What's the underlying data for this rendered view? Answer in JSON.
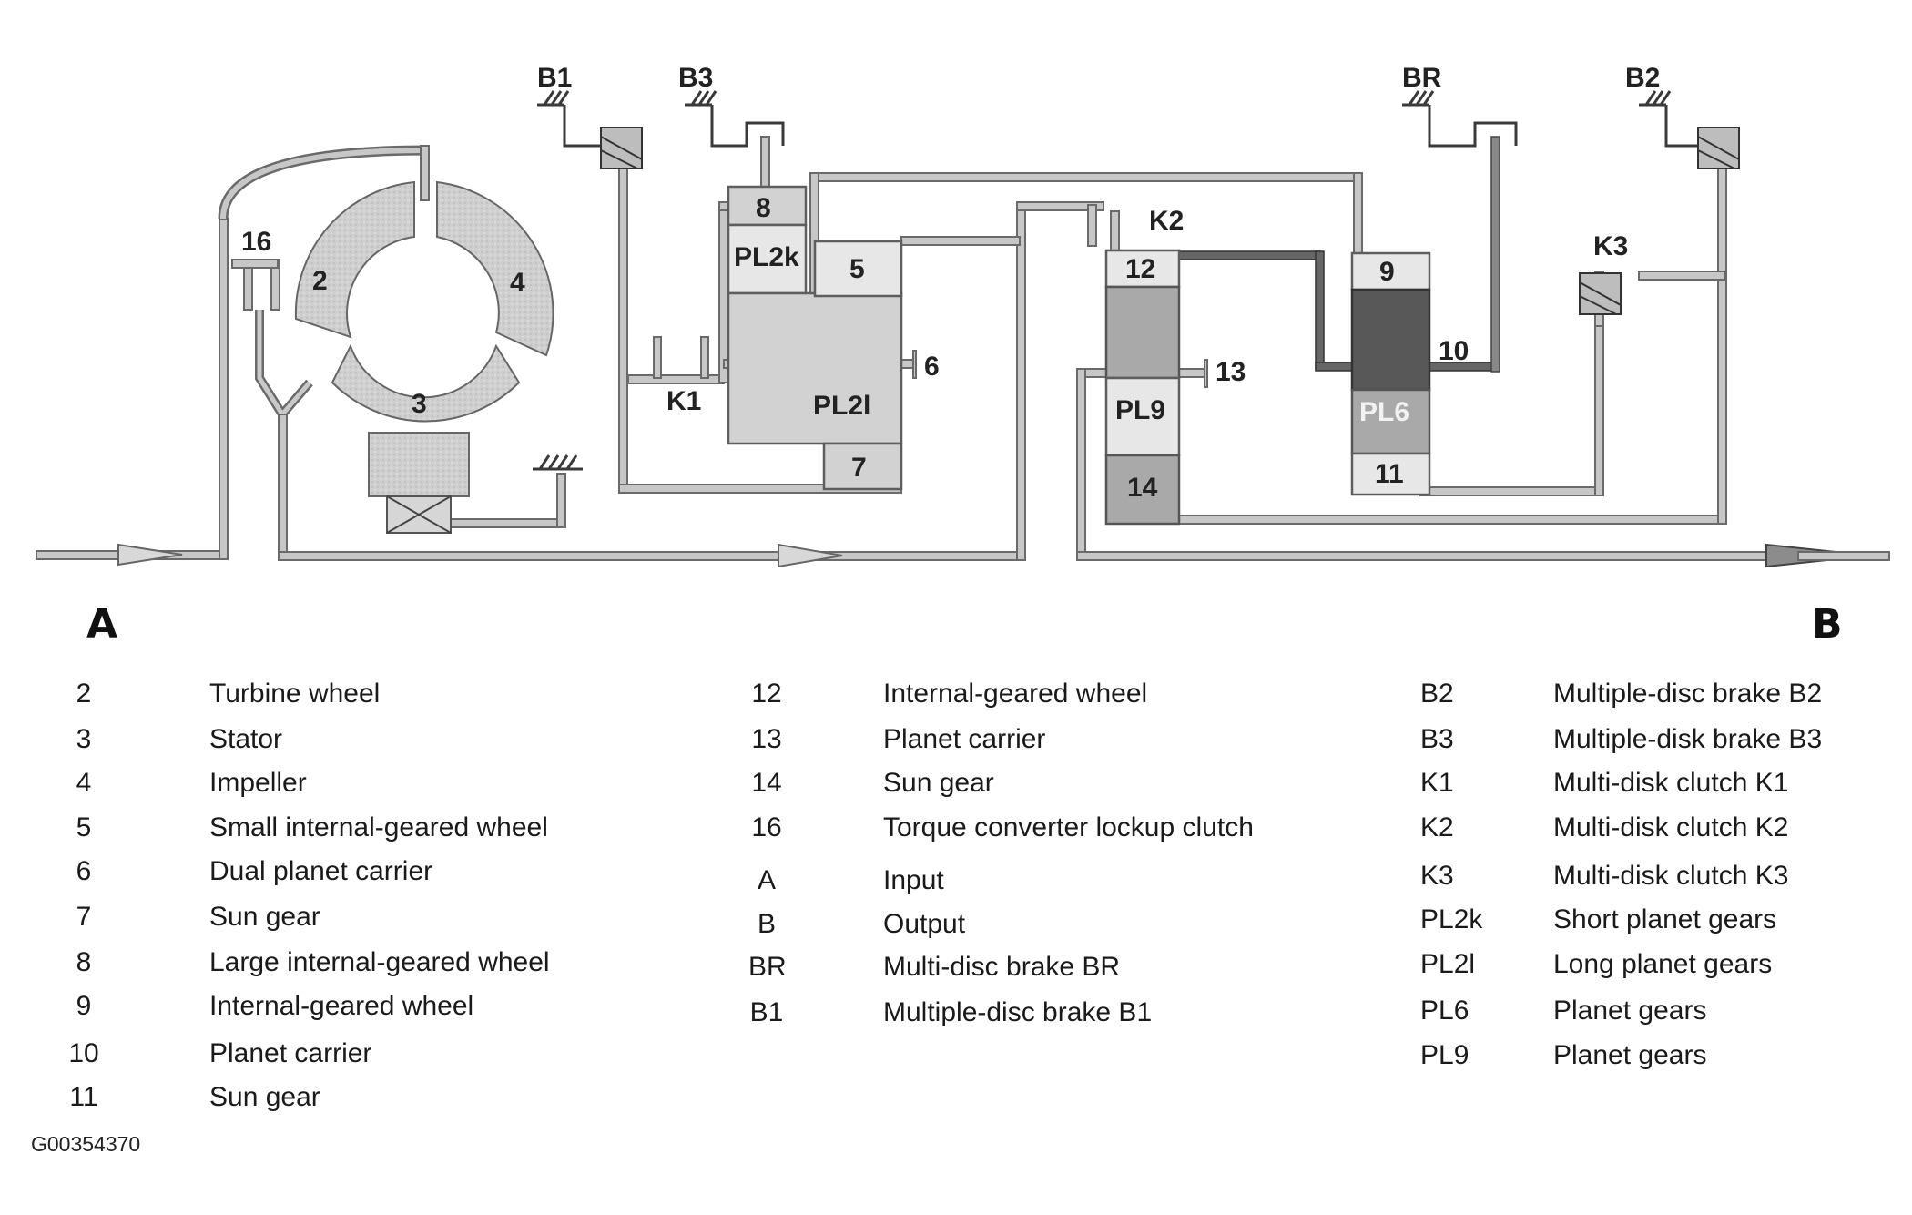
{
  "diagram": {
    "corner_labels": {
      "input": "A",
      "output": "B"
    },
    "component_labels": {
      "b1": "B1",
      "b3": "B3",
      "br": "BR",
      "b2": "B2",
      "k1": "K1",
      "k2": "K2",
      "k3": "K3",
      "n16": "16",
      "n2": "2",
      "n3": "3",
      "n4": "4",
      "n5": "5",
      "n6": "6",
      "n7": "7",
      "n8": "8",
      "pl2k": "PL2k",
      "pl2l": "PL2l",
      "n12": "12",
      "n13": "13",
      "n14": "14",
      "pl9": "PL9",
      "n9": "9",
      "n10": "10",
      "n11": "11",
      "pl6": "PL6"
    }
  },
  "legend": {
    "col1": [
      {
        "key": "2",
        "desc": "Turbine wheel"
      },
      {
        "key": "3",
        "desc": "Stator"
      },
      {
        "key": "4",
        "desc": "Impeller"
      },
      {
        "key": "5",
        "desc": "Small internal-geared wheel"
      },
      {
        "key": "6",
        "desc": "Dual planet carrier"
      },
      {
        "key": "7",
        "desc": "Sun gear"
      },
      {
        "key": "8",
        "desc": "Large internal-geared wheel"
      },
      {
        "key": "9",
        "desc": "Internal-geared wheel"
      },
      {
        "key": "10",
        "desc": "Planet carrier"
      },
      {
        "key": "11",
        "desc": "Sun gear"
      }
    ],
    "col2": [
      {
        "key": "12",
        "desc": "Internal-geared wheel"
      },
      {
        "key": "13",
        "desc": "Planet carrier"
      },
      {
        "key": "14",
        "desc": "Sun gear"
      },
      {
        "key": "16",
        "desc": "Torque converter lockup clutch"
      },
      {
        "key": "A",
        "desc": "Input"
      },
      {
        "key": "B",
        "desc": "Output"
      },
      {
        "key": "BR",
        "desc": "Multi-disc brake BR"
      },
      {
        "key": "B1",
        "desc": "Multiple-disc brake B1"
      }
    ],
    "col3": [
      {
        "key": "B2",
        "desc": "Multiple-disc brake B2"
      },
      {
        "key": "B3",
        "desc": "Multiple-disk brake B3"
      },
      {
        "key": "K1",
        "desc": "Multi-disk clutch K1"
      },
      {
        "key": "K2",
        "desc": "Multi-disk clutch K2"
      },
      {
        "key": "K3",
        "desc": "Multi-disk clutch K3"
      },
      {
        "key": "PL2k",
        "desc": "Short planet gears"
      },
      {
        "key": "PL2l",
        "desc": "Long planet gears"
      },
      {
        "key": "PL6",
        "desc": "Planet gears"
      },
      {
        "key": "PL9",
        "desc": "Planet gears"
      }
    ]
  },
  "figure_id": "G00354370"
}
